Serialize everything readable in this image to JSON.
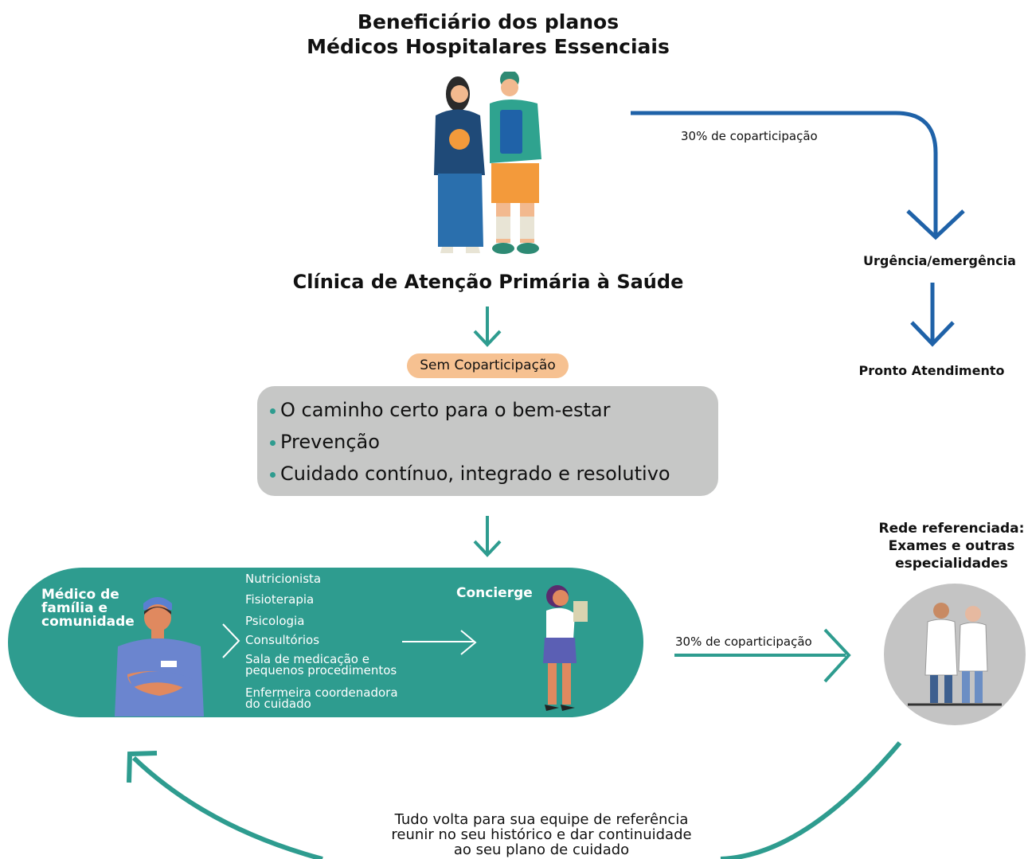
{
  "title": {
    "line1": "Beneficiário dos planos",
    "line2": "Médicos Hospitalares Essenciais"
  },
  "clinic": "Clínica de Atenção Primária à Saúde",
  "no_copay": "Sem Coparticipação",
  "benefits": [
    "O caminho certo para o bem-estar",
    "Prevenção",
    "Cuidado contínuo, integrado e resolutivo"
  ],
  "emergency": {
    "copay": "30% de coparticipação",
    "urgency": "Urgência/emergência",
    "pronto": "Pronto Atendimento"
  },
  "care_team": {
    "doctor": {
      "line1": "Médico de",
      "line2": "família e",
      "line3": "comunidade"
    },
    "services": [
      "Nutricionista",
      "Fisioterapia",
      "Psicologia",
      "Consultórios",
      {
        "line1": "Sala de medicação e",
        "line2": "pequenos procedimentos"
      },
      {
        "line1": "Enfermeira coordenadora",
        "line2": "do cuidado"
      }
    ],
    "concierge": "Concierge"
  },
  "network": {
    "copay": "30% de coparticipação",
    "line1": "Rede referenciada:",
    "line2": "Exames e outras",
    "line3": "especialidades"
  },
  "return_text": {
    "line1": "Tudo volta para sua equipe de referência",
    "line2": "reunir no seu histórico e dar continuidade",
    "line3": "ao seu plano de cuidado"
  },
  "colors": {
    "teal": "#2e9c8f",
    "blue": "#1f62a8",
    "peach": "#f6c191",
    "gray": "#c6c7c6"
  }
}
